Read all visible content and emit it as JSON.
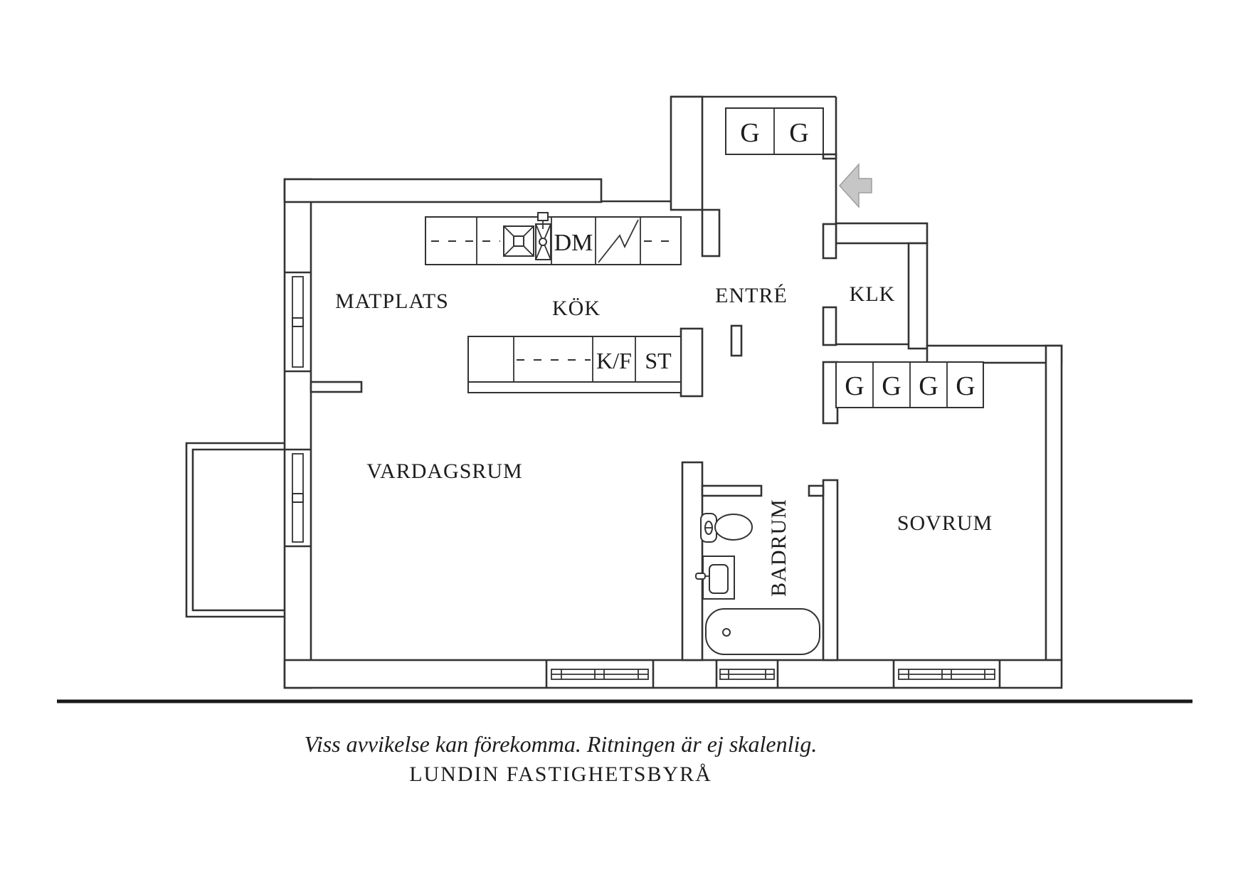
{
  "rooms": {
    "matplats": "MATPLATS",
    "kok": "KÖK",
    "entre": "ENTRÉ",
    "klk": "KLK",
    "vardagsrum": "VARDAGSRUM",
    "badrum": "BADRUM",
    "sovrum": "SOVRUM"
  },
  "appliances": {
    "dishwasher": "DM",
    "fridge_freezer": "K/F",
    "st": "ST"
  },
  "wardrobes": {
    "entry": [
      "G",
      "G"
    ],
    "hall": [
      "G",
      "G",
      "G",
      "G"
    ]
  },
  "footer": {
    "disclaimer": "Viss avvikelse kan förekomma. Ritningen är ej skalenlig.",
    "agency": "LUNDIN FASTIGHETSBYRÅ"
  },
  "colors": {
    "line": "#333333",
    "text": "#1d1d1d",
    "arrow_fill": "#c6c6c6",
    "arrow_stroke": "#9e9e9e",
    "ground_line": "#1a1a1a",
    "background": "#ffffff"
  }
}
